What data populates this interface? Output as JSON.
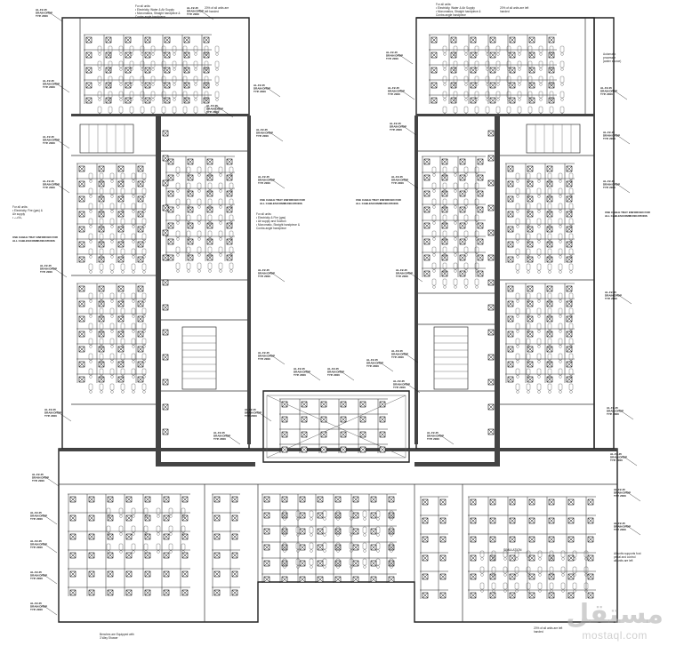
{
  "drawing": {
    "notes": {
      "tl_top_1": "For all units:",
      "tl_top_2": "• Electricity, Water & Air Supply",
      "tl_top_3": "• Monomatics, Straight handpiece &",
      "tl_top_4": "Contra angle handpiece",
      "tl_top_right": "20% of all units are",
      "tl_top_right_2": "left handed",
      "tr_top_1": "For all units:",
      "tr_top_2": "• Electricity, Water & Air Supply",
      "tr_top_3": "• Monomatics, Straight handpiece &",
      "tr_top_4": "Contra angle handpiece",
      "tr_top_right": "20% of all units are left",
      "tr_top_right_2": "handed",
      "automatic": "Automatic",
      "processor": "processor",
      "water_source": "(water source)",
      "left_mid_1": "For all units:",
      "left_mid_2": "• Electricity, Fire (gas) &",
      "left_mid_3": "Air supply",
      "left_mid_4": "• بالآلات",
      "center_1": "For all units:",
      "center_2": "• Electricity & Fire (gas)",
      "center_3": "• Air supply and Suction",
      "center_4": "• Monomatic, Straight handpiece &",
      "center_5": "Contra angle handpiece",
      "cable_tray_1": "USE CABLE TRAY ENFORCED FOR",
      "cable_tray_2": "ALL CABLES/COMMUNICATIONS",
      "cable_tray_left": "USE CABLE TRAY ENFORCED FOR",
      "cable_tray_left_2": "ALL CABLES/COMMUNICATIONS",
      "cable_tray_right": "USE CABLE TRAY ENFORCED FOR",
      "cable_tray_right_2": "ALL CABLES/COMMUNICATIONS",
      "bottom_left_1": "Benches are Equipped with",
      "bottom_left_2": "3 Way Shower",
      "bottom_right": "20% of all units are left",
      "bottom_right_2": "handed",
      "far_right_1": "All units supports foot",
      "far_right_2": "pedal and control",
      "far_right_3": "all units are left",
      "simulation": "SIMULATION"
    },
    "tag_line_1": "AL-F2-45",
    "tag_line_2": "DRAIN DROP",
    "tag_line_3": "TYP. 2000"
  },
  "watermark": {
    "arabic": "مستقل",
    "latin": "mostaql.com"
  }
}
